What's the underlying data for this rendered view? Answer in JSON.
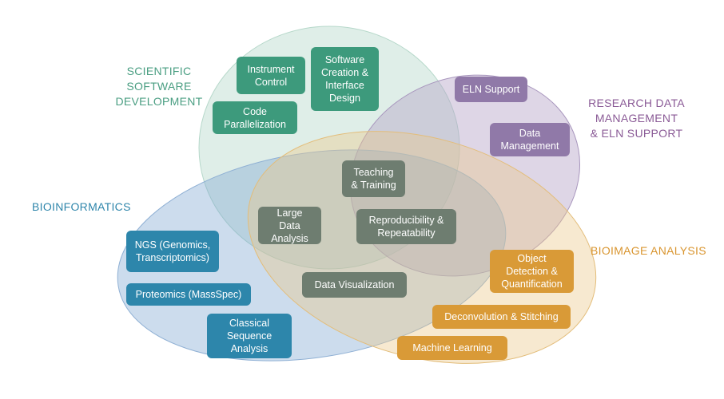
{
  "sets": {
    "scientific_software": {
      "label": "SCIENTIFIC SOFTWARE\nDEVELOPMENT",
      "color": "#4a9e82"
    },
    "research_data": {
      "label": "RESEARCH DATA\nMANAGEMENT\n& ELN SUPPORT",
      "color": "#8a5a96"
    },
    "bioinformatics": {
      "label": "BIOINFORMATICS",
      "color": "#2f86ab"
    },
    "bioimage": {
      "label": "BIOIMAGE ANALYSIS",
      "color": "#d9952f"
    }
  },
  "items": {
    "instrument_control": "Instrument\nControl",
    "software_creation": "Software\nCreation &\nInterface\nDesign",
    "code_parallelization": "Code\nParallelization",
    "eln_support": "ELN Support",
    "data_management": "Data\nManagement",
    "teaching_training": "Teaching\n& Training",
    "large_data_analysis": "Large\nData\nAnalysis",
    "reproducibility": "Reproducibility &\nRepeatability",
    "data_visualization": "Data Visualization",
    "ngs": "NGS (Genomics,\nTranscriptomics)",
    "proteomics": "Proteomics (MassSpec)",
    "classical_sequence": "Classical\nSequence\nAnalysis",
    "object_detection": "Object\nDetection &\nQuantification",
    "deconvolution": "Deconvolution & Stitching",
    "machine_learning": "Machine Learning"
  }
}
